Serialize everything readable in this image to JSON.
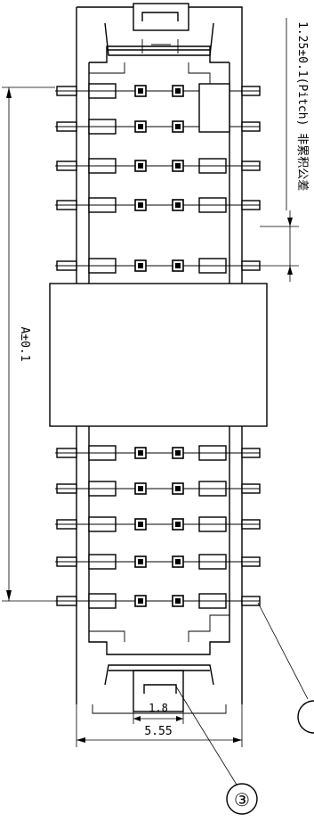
{
  "drawing": {
    "pitch_annotation": "1.25±0.1(Pitch) 非累积公差",
    "length_dim": "A±0.1",
    "width_outer_dim": "5.55",
    "width_inner_dim": "1.8",
    "callouts": [
      "③"
    ]
  }
}
